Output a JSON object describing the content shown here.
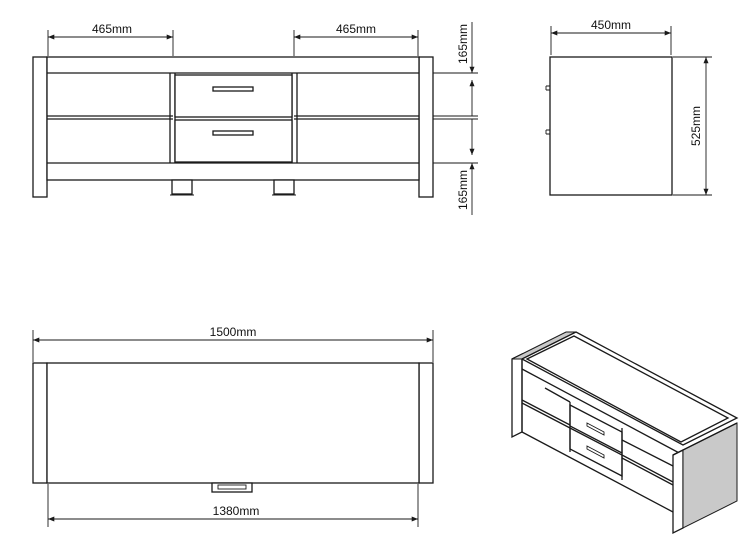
{
  "views": {
    "front": {
      "dim_left_width": "465mm",
      "dim_right_width": "465mm",
      "dim_top_height": "165mm",
      "dim_bottom_height": "165mm"
    },
    "side": {
      "dim_depth": "450mm",
      "dim_height": "525mm"
    },
    "top": {
      "dim_total_width": "1500mm",
      "dim_inner_width": "1380mm"
    },
    "isometric": {}
  }
}
